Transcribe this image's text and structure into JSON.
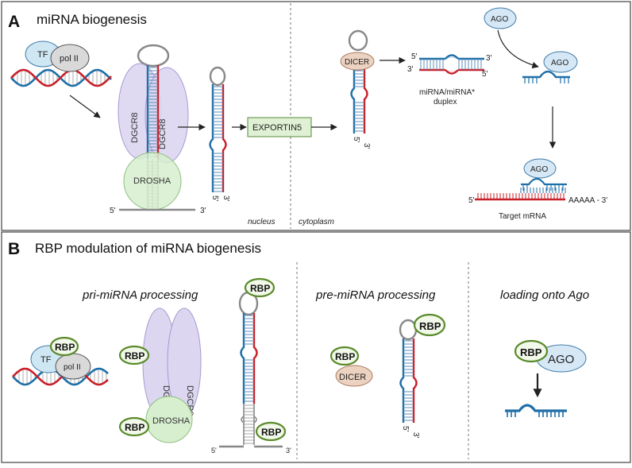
{
  "panelA": {
    "letter": "A",
    "title": "miRNA biogenesis",
    "tf": "TF",
    "pol": "pol II",
    "dgcr8_left": "DGCR8",
    "dgcr8_right": "DGCR8",
    "drosha": "DROSHA",
    "pri_5": "5'",
    "pri_3": "3'",
    "pre_5": "5'",
    "pre_3": "3'",
    "exportin": "EXPORTIN5",
    "nucleus": "nucleus",
    "cytoplasm": "cytoplasm",
    "dicer": "DICER",
    "dicer_5": "5'",
    "dicer_3": "3'",
    "duplex_5_top": "5'",
    "duplex_3_top": "3'",
    "duplex_3_bot": "3'",
    "duplex_5_bot": "5'",
    "duplex_label_1": "miRNA/miRNA*",
    "duplex_label_2": "duplex",
    "ago_free": "AGO",
    "ago_loaded": "AGO",
    "ago_target": "AGO",
    "target_5": "5'",
    "target_tail": "AAAAA - 3'",
    "target_label": "Target mRNA"
  },
  "panelB": {
    "letter": "B",
    "title": "RBP modulation of miRNA biogenesis",
    "section1": "pri-miRNA processing",
    "section2": "pre-miRNA processing",
    "section3": "loading onto Ago",
    "tf": "TF",
    "pol": "pol II",
    "rbp_tf": "RBP",
    "rbp_dgcr8": "RBP",
    "rbp_drosha": "RBP",
    "rbp_hair_top": "RBP",
    "rbp_hair_bot": "RBP",
    "dgcr8_left": "DGCR8",
    "dgcr8_right": "DGCR8",
    "drosha": "DROSHA",
    "pri_5": "5'",
    "pri_3": "3'",
    "rbp_dicer": "RBP",
    "dicer": "DICER",
    "rbp_pre": "RBP",
    "pre_5": "5'",
    "pre_3": "3'",
    "rbp_ago": "RBP",
    "ago": "AGO"
  },
  "colors": {
    "rna_red": "#c8202a",
    "rna_blue": "#1f6fa8",
    "gray_strand": "#888888",
    "tf_fill": "#cfe6f3",
    "pol_fill": "#d9d9d9",
    "dgcr8_fill": "#dcd6f0",
    "drosha_fill": "#d7efcf",
    "dicer_fill": "#ecd3c1",
    "ago_fill": "#d6e8f6",
    "exportin_fill": "#dff0d4",
    "rbp_border": "#5a8a2a",
    "rbp_fill": "#f2f8ea"
  }
}
